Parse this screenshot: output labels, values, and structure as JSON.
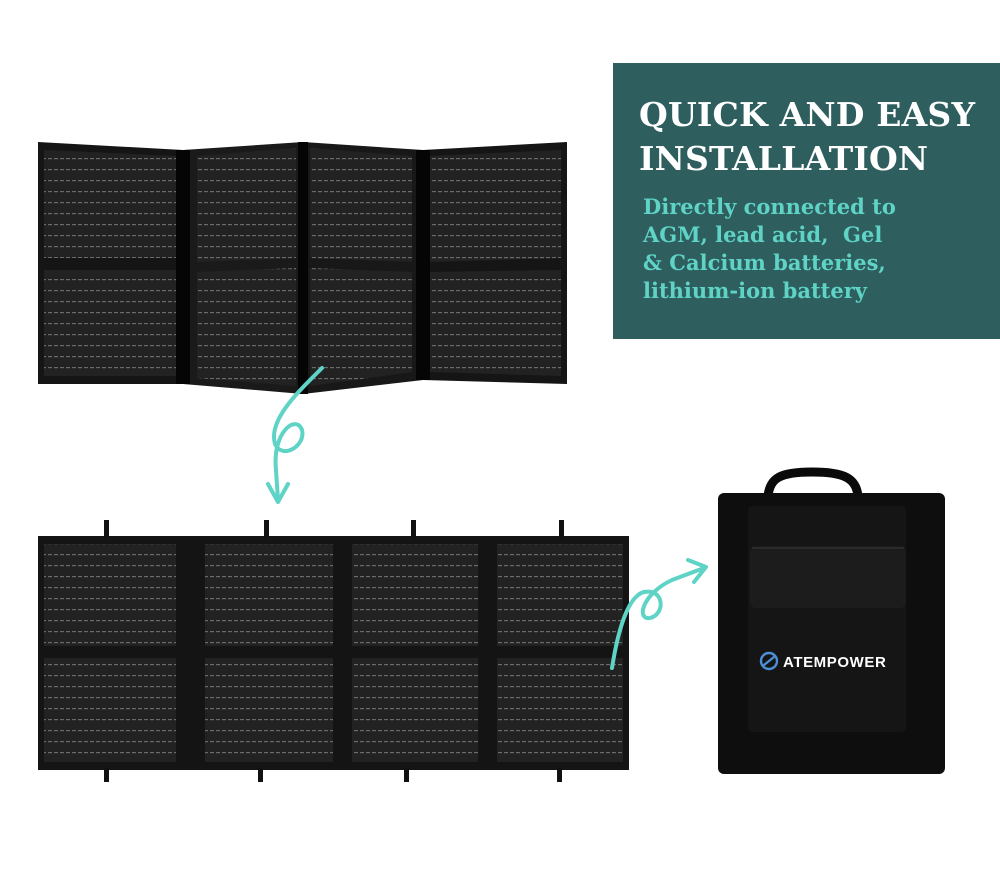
{
  "panel": {
    "title_lines": [
      "QUICK AND EASY",
      "INSTALLATION"
    ],
    "body_lines": [
      "Directly connected to",
      "AGM, lead acid,  Gel",
      "& Calcium batteries,",
      "lithium-ion battery"
    ]
  },
  "bag": {
    "brand": "ATEMPOWER"
  },
  "colors": {
    "panel_background": "#2f5e5e",
    "title_text": "#ffffff",
    "body_text": "#5ed3c6",
    "arrow": "#5ed3c6",
    "solar_panel": "#1b1b1b",
    "bag": "#0e0e0e"
  },
  "icons": [
    "curly-arrow-icon",
    "atempower-logo-icon"
  ]
}
